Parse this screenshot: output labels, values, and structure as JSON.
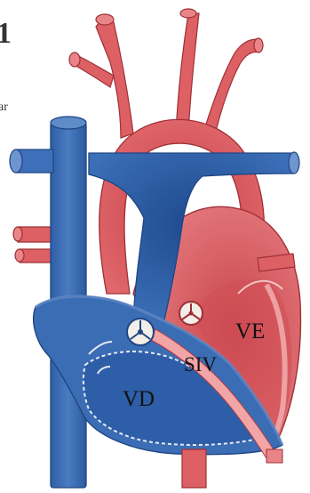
{
  "labels": {
    "ve": "VE",
    "siv": "SIV",
    "vd": "VD"
  },
  "cropped_text": {
    "top_glyph": "1",
    "side_text": "ar"
  },
  "colors": {
    "artery_red": "#d9575b",
    "artery_light": "#e98588",
    "artery_dark": "#b8383e",
    "vein_blue": "#3a6db5",
    "vein_dark": "#1f4f95",
    "vein_light": "#6f95d0",
    "septum_pink": "#f1a5a6",
    "valve_white": "#f4eee8",
    "outline": "#8a2d32"
  }
}
